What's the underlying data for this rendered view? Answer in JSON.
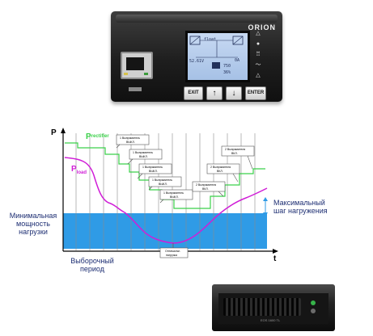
{
  "controller": {
    "brand": "ORION",
    "lcd_lines": [
      "float",
      "52.61V",
      "750",
      "36%"
    ],
    "lcd_right": "0A",
    "buttons": [
      "EXIT",
      "↑",
      "↓",
      "ENTER"
    ],
    "led_symbols": [
      "△",
      "●",
      "♖",
      "〜",
      "△"
    ]
  },
  "chart": {
    "axis_p": "P",
    "axis_t": "t",
    "p_rectifier": "P",
    "p_rectifier_sub": "rectifier",
    "p_load": "P",
    "p_load_sub": "load",
    "label_min_load": [
      "Минимальная",
      "мощность",
      "нагрузки"
    ],
    "label_max_step": [
      "Максимальный",
      "шаг нагружения"
    ],
    "label_sampling": [
      "Выборочный",
      "период"
    ],
    "callouts_off": [
      "1 Выпрямитель",
      "ВЫКЛ."
    ],
    "callouts_on": [
      "2 Выпрямителя",
      "ВКЛ."
    ],
    "callout_min": [
      "Оптимальн.",
      "нагрузка"
    ],
    "colors": {
      "rectifier_line": "#3bd14a",
      "load_line": "#d01ed7",
      "min_band": "#2f9be6",
      "axis_text": "#1e2f73",
      "grid": "#8a8a8a"
    }
  },
  "rectifier": {
    "label": "EOS 1600 TL"
  }
}
